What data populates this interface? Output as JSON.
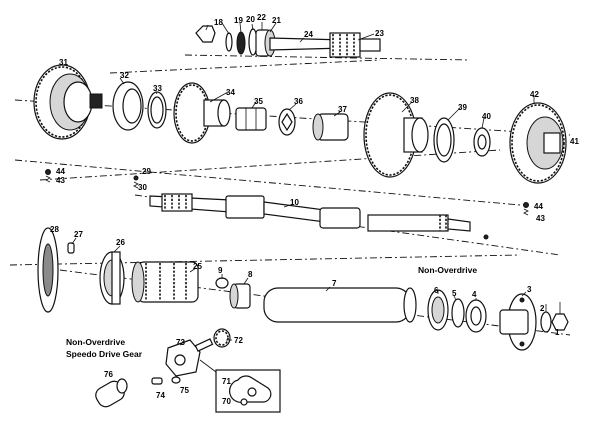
{
  "captions": {
    "non_overdrive_right": "Non-Overdrive",
    "non_overdrive_speedo_line1": "Non-Overdrive",
    "non_overdrive_speedo_line2": "Speedo Drive Gear"
  },
  "parts": [
    {
      "id": "p1",
      "label": "1"
    },
    {
      "id": "p2",
      "label": "2"
    },
    {
      "id": "p3",
      "label": "3"
    },
    {
      "id": "p4",
      "label": "4"
    },
    {
      "id": "p5",
      "label": "5"
    },
    {
      "id": "p6",
      "label": "6"
    },
    {
      "id": "p7",
      "label": "7"
    },
    {
      "id": "p8",
      "label": "8"
    },
    {
      "id": "p9",
      "label": "9"
    },
    {
      "id": "p10",
      "label": "10"
    },
    {
      "id": "p18",
      "label": "18"
    },
    {
      "id": "p19",
      "label": "19"
    },
    {
      "id": "p20",
      "label": "20"
    },
    {
      "id": "p21",
      "label": "21"
    },
    {
      "id": "p22",
      "label": "22"
    },
    {
      "id": "p23",
      "label": "23"
    },
    {
      "id": "p24",
      "label": "24"
    },
    {
      "id": "p25",
      "label": "25"
    },
    {
      "id": "p26",
      "label": "26"
    },
    {
      "id": "p27",
      "label": "27"
    },
    {
      "id": "p28",
      "label": "28"
    },
    {
      "id": "p29",
      "label": "29"
    },
    {
      "id": "p30",
      "label": "30"
    },
    {
      "id": "p31",
      "label": "31"
    },
    {
      "id": "p32",
      "label": "32"
    },
    {
      "id": "p33",
      "label": "33"
    },
    {
      "id": "p34",
      "label": "34"
    },
    {
      "id": "p35",
      "label": "35"
    },
    {
      "id": "p36",
      "label": "36"
    },
    {
      "id": "p37",
      "label": "37"
    },
    {
      "id": "p38",
      "label": "38"
    },
    {
      "id": "p39",
      "label": "39"
    },
    {
      "id": "p40",
      "label": "40"
    },
    {
      "id": "p41",
      "label": "41"
    },
    {
      "id": "p42",
      "label": "42"
    },
    {
      "id": "p43a",
      "label": "43"
    },
    {
      "id": "p43b",
      "label": "43"
    },
    {
      "id": "p44a",
      "label": "44"
    },
    {
      "id": "p44b",
      "label": "44"
    },
    {
      "id": "p70",
      "label": "70"
    },
    {
      "id": "p71",
      "label": "71"
    },
    {
      "id": "p72",
      "label": "72"
    },
    {
      "id": "p73",
      "label": "73"
    },
    {
      "id": "p74",
      "label": "74"
    },
    {
      "id": "p75",
      "label": "75"
    },
    {
      "id": "p76",
      "label": "76"
    }
  ]
}
